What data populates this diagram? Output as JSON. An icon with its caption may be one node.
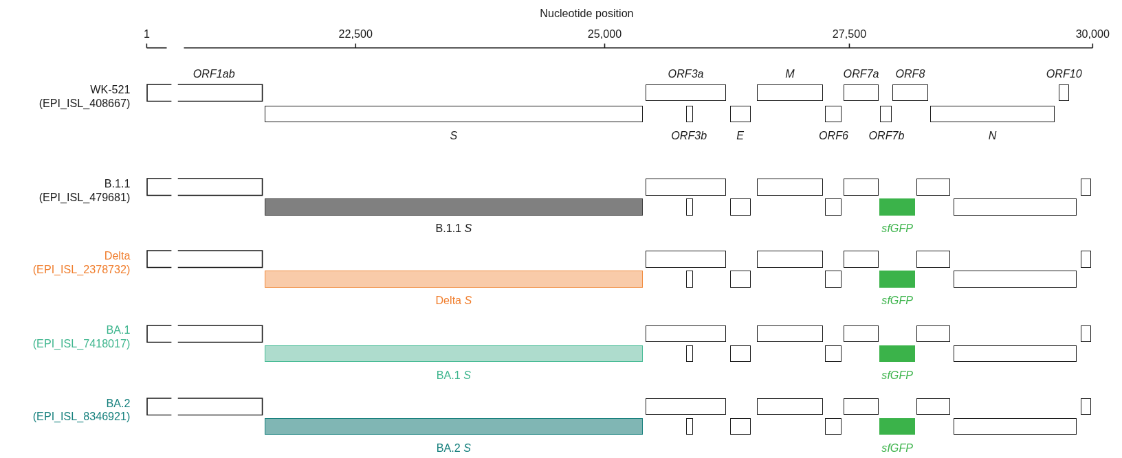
{
  "diagram": {
    "nodes": [
      {
        "text": [
          "ORF1ab"
        ]
      },
      {
        "text": [
          "ORF3a"
        ]
      },
      {
        "text": [
          "M"
        ]
      },
      {
        "text": [
          "ORF7a"
        ]
      },
      {
        "text": [
          "ORF8"
        ]
      },
      {
        "text": [
          "ORF10"
        ]
      },
      {
        "text": [
          "S"
        ]
      },
      {
        "text": [
          "ORF3b"
        ]
      },
      {
        "text": [
          "E"
        ]
      },
      {
        "text": [
          "ORF6"
        ]
      },
      {
        "text": [
          "ORF7b"
        ]
      },
      {
        "text": [
          "N"
        ]
      },
      {
        "text": [],
        "shape": "box"
      },
      {
        "text": [],
        "shape": "box"
      },
      {
        "text": [],
        "shape": "box"
      },
      {
        "text": [],
        "shape": "box"
      },
      {
        "text": [],
        "shape": "box"
      },
      {
        "text": [],
        "shape": "box"
      },
      {
        "text": [
          "B.1.1 *S*"
        ]
      },
      {
        "text": [],
        "shape": "box"
      },
      {
        "text": [],
        "shape": "box"
      },
      {
        "text": [],
        "shape": "box"
      },
      {
        "text": [
          "sfGFP"
        ]
      },
      {
        "text": [],
        "shape": "box"
      },
      {
        "text": [],
        "shape": "box"
      },
      {
        "text": [],
        "shape": "box"
      },
      {
        "text": [],
        "shape": "box"
      },
      {
        "text": [],
        "shape": "box"
      },
      {
        "text": [],
        "shape": "box"
      },
      {
        "text": [],
        "shape": "box"
      },
      {
        "text": [
          "Delta *S*"
        ]
      },
      {
        "text": [],
        "shape": "box"
      },
      {
        "text": [],
        "shape": "box"
      },
      {
        "text": [],
        "shape": "box"
      },
      {
        "text": [
          "sfGFP"
        ]
      },
      {
        "text": [],
        "shape": "box"
      },
      {
        "text": [],
        "shape": "box"
      },
      {
        "text": [],
        "shape": "box"
      },
      {
        "text": [],
        "shape": "box"
      },
      {
        "text": [],
        "shape": "box"
      },
      {
        "text": [],
        "shape": "box"
      },
      {
        "text": [],
        "shape": "box"
      },
      {
        "text": [
          "BA.1 *S*"
        ]
      },
      {
        "text": [],
        "shape": "box"
      },
      {
        "text": [],
        "shape": "box"
      },
      {
        "text": [],
        "shape": "box"
      },
      {
        "text": [
          "sfGFP"
        ]
      },
      {
        "text": [],
        "shape": "box"
      },
      {
        "text": [],
        "shape": "box"
      },
      {
        "text": [],
        "shape": "box"
      },
      {
        "text": [],
        "shape": "box"
      },
      {
        "text": [],
        "shape": "box"
      },
      {
        "text": [],
        "shape": "box"
      },
      {
        "text": [],
        "shape": "box"
      },
      {
        "text": [
          "BA.2 *S*"
        ]
      },
      {
        "text": [],
        "shape": "box"
      },
      {
        "text": [],
        "shape": "box"
      },
      {
        "text": [],
        "shape": "box"
      },
      {
        "text": [
          "sfGFP"
        ]
      },
      {
        "text": [],
        "shape": "box"
      }
    ],
    "edges": [],
    "labels": [
      "Nucleotide position",
      "1",
      "22,500",
      "25,000",
      "27,500",
      "30,000",
      "WK-521 (EPI_ISL_408667)",
      "B.1.1 (EPI_ISL_479681)",
      "Delta (EPI_ISL_2378732)",
      "BA.1 (EPI_ISL_7418017)",
      "BA.2 (EPI_ISL_8346921)"
    ]
  }
}
